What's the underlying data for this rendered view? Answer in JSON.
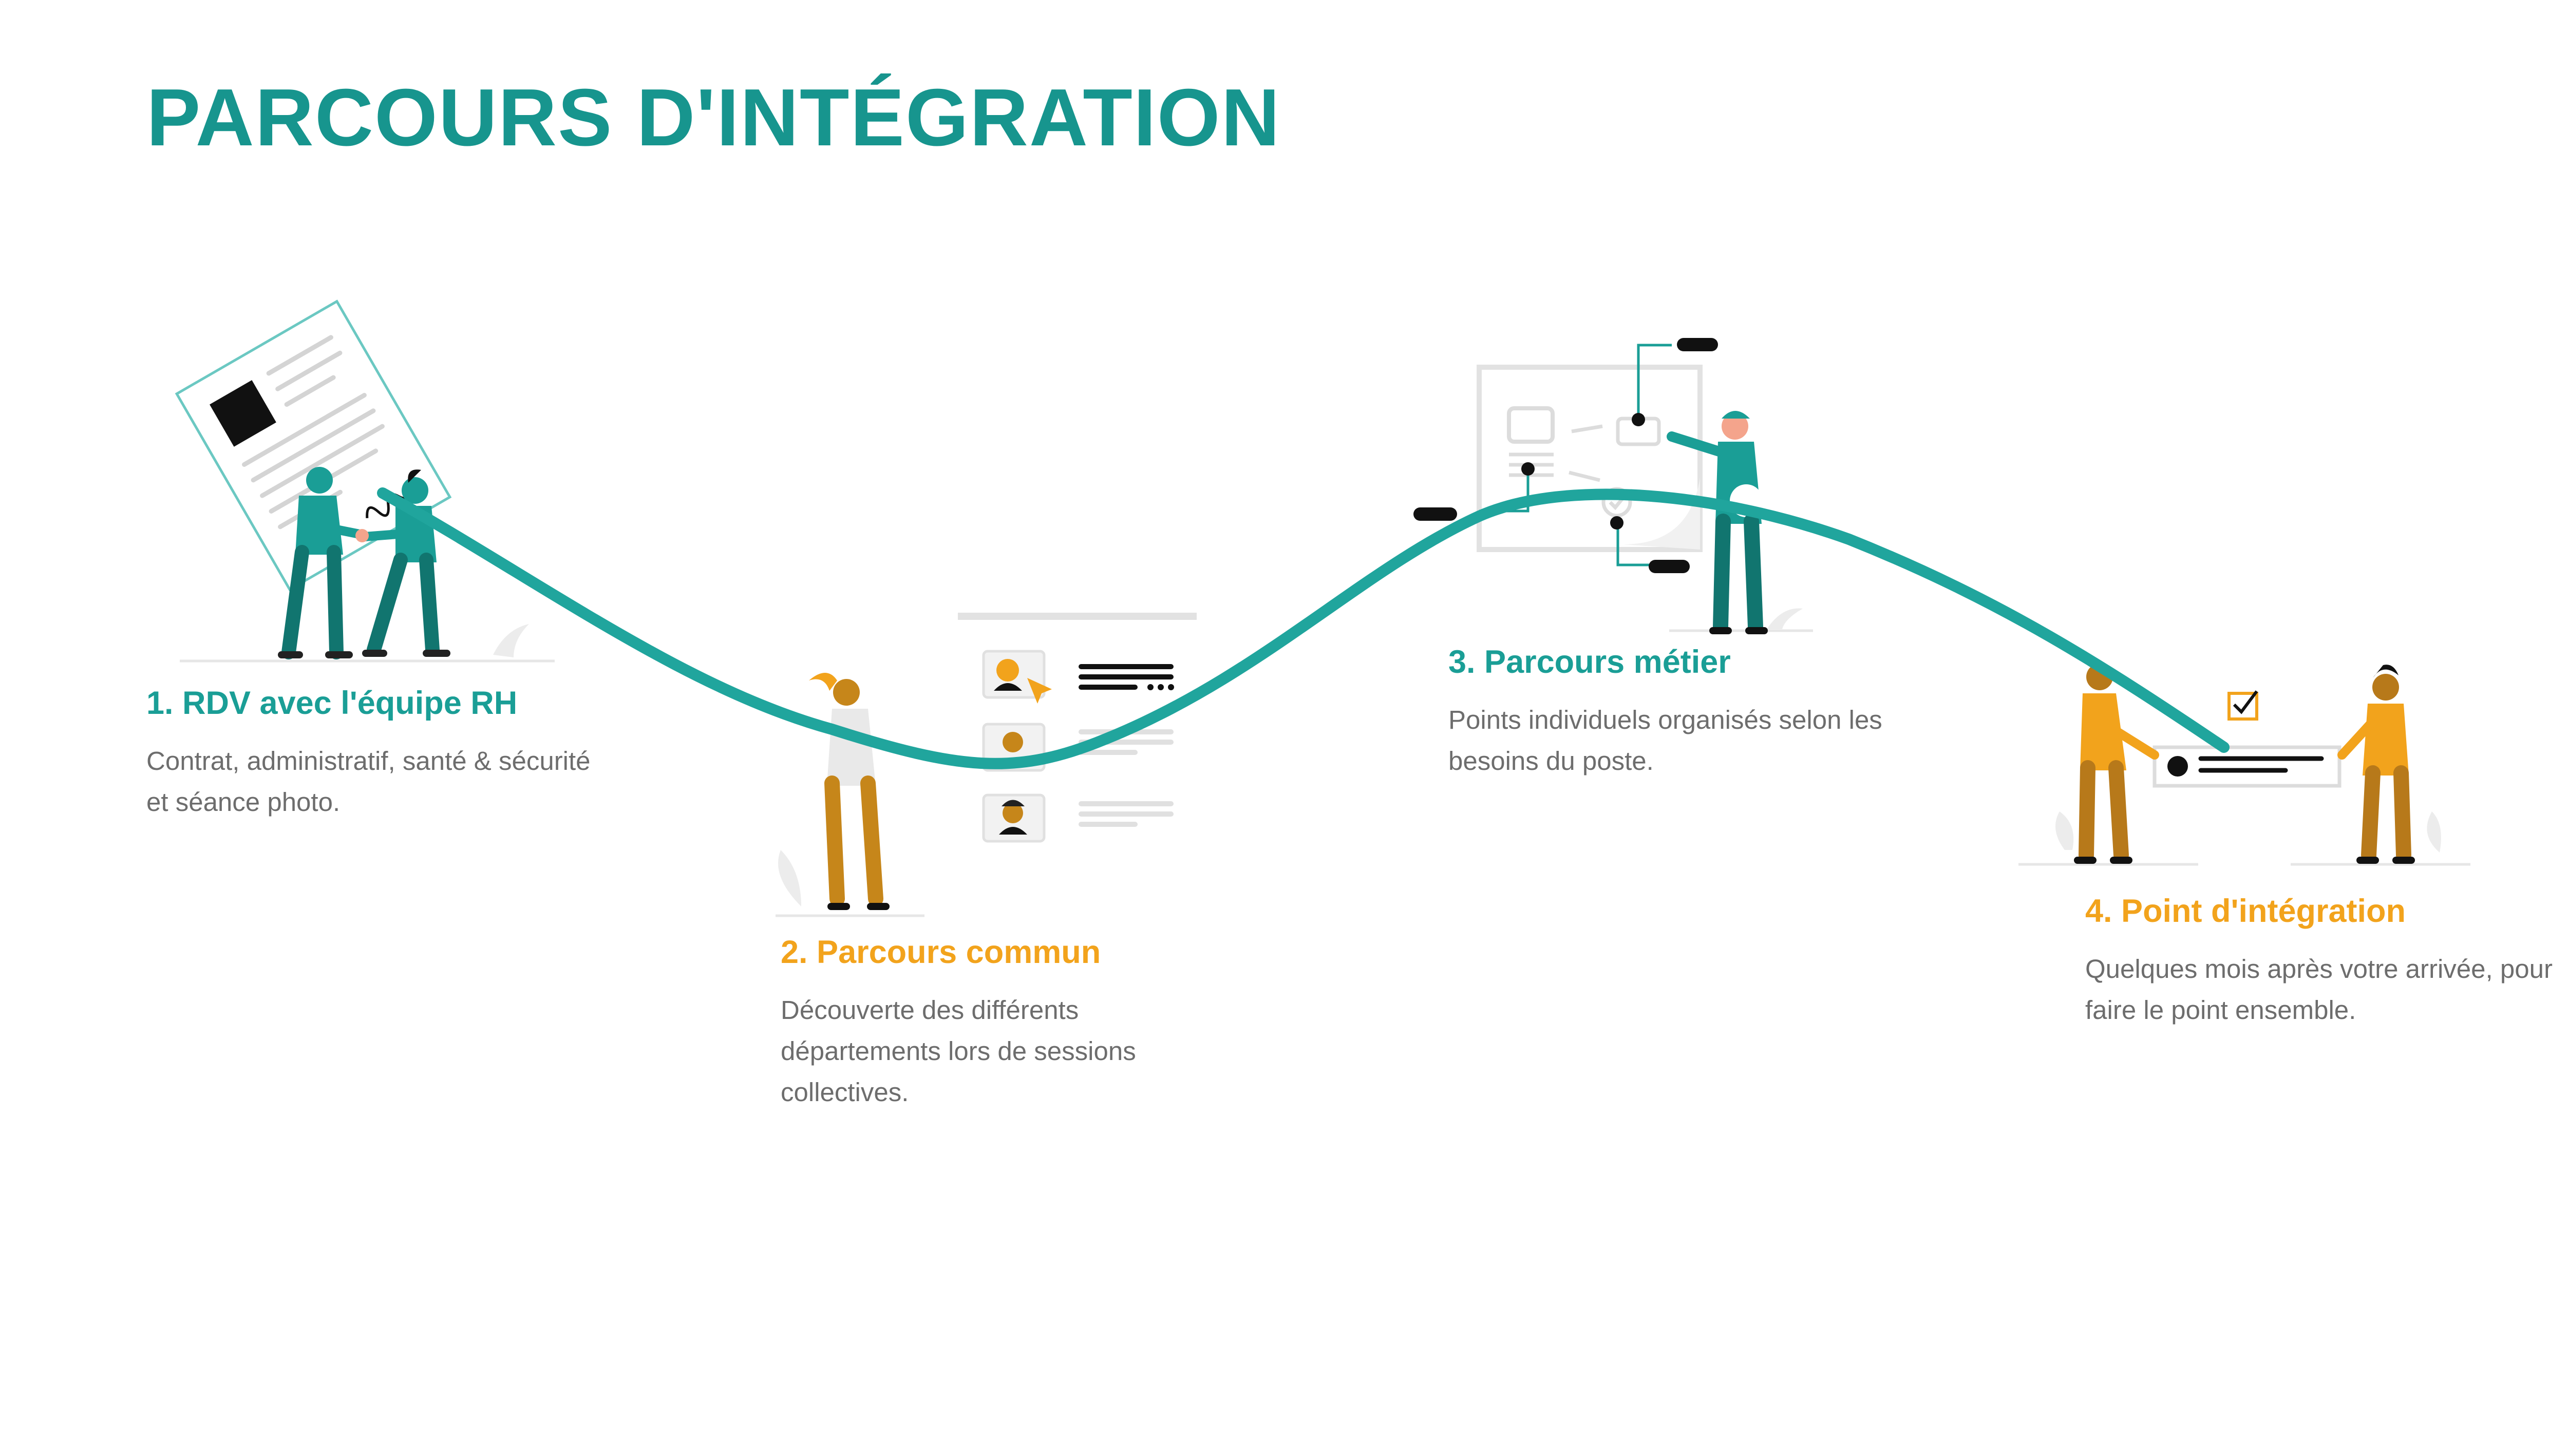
{
  "title": "PARCOURS D'INTÉGRATION",
  "colors": {
    "teal": "#1a9e96",
    "title_teal": "#17958e",
    "orange": "#f2a31c",
    "text_gray": "#6d6d6d",
    "ink": "#111111",
    "paper_line": "#dadada"
  },
  "steps": [
    {
      "number": "1.",
      "title": "1. RDV avec l'équipe RH",
      "description": "Contrat, administratif, santé & sécurité et séance photo.",
      "accent": "teal",
      "illustration": "handshake-contract-illustration"
    },
    {
      "number": "2.",
      "title": "2. Parcours commun",
      "description": "Découverte des différents départements lors de sessions collectives.",
      "accent": "orange",
      "illustration": "video-conference-illustration"
    },
    {
      "number": "3.",
      "title": "3. Parcours métier",
      "description": "Points individuels organisés selon les besoins du poste.",
      "accent": "teal",
      "illustration": "workflow-board-illustration"
    },
    {
      "number": "4.",
      "title": "4. Point d'intégration",
      "description": "Quelques mois après votre arrivée, pour faire le point ensemble.",
      "accent": "orange",
      "illustration": "two-people-checklist-illustration"
    }
  ]
}
